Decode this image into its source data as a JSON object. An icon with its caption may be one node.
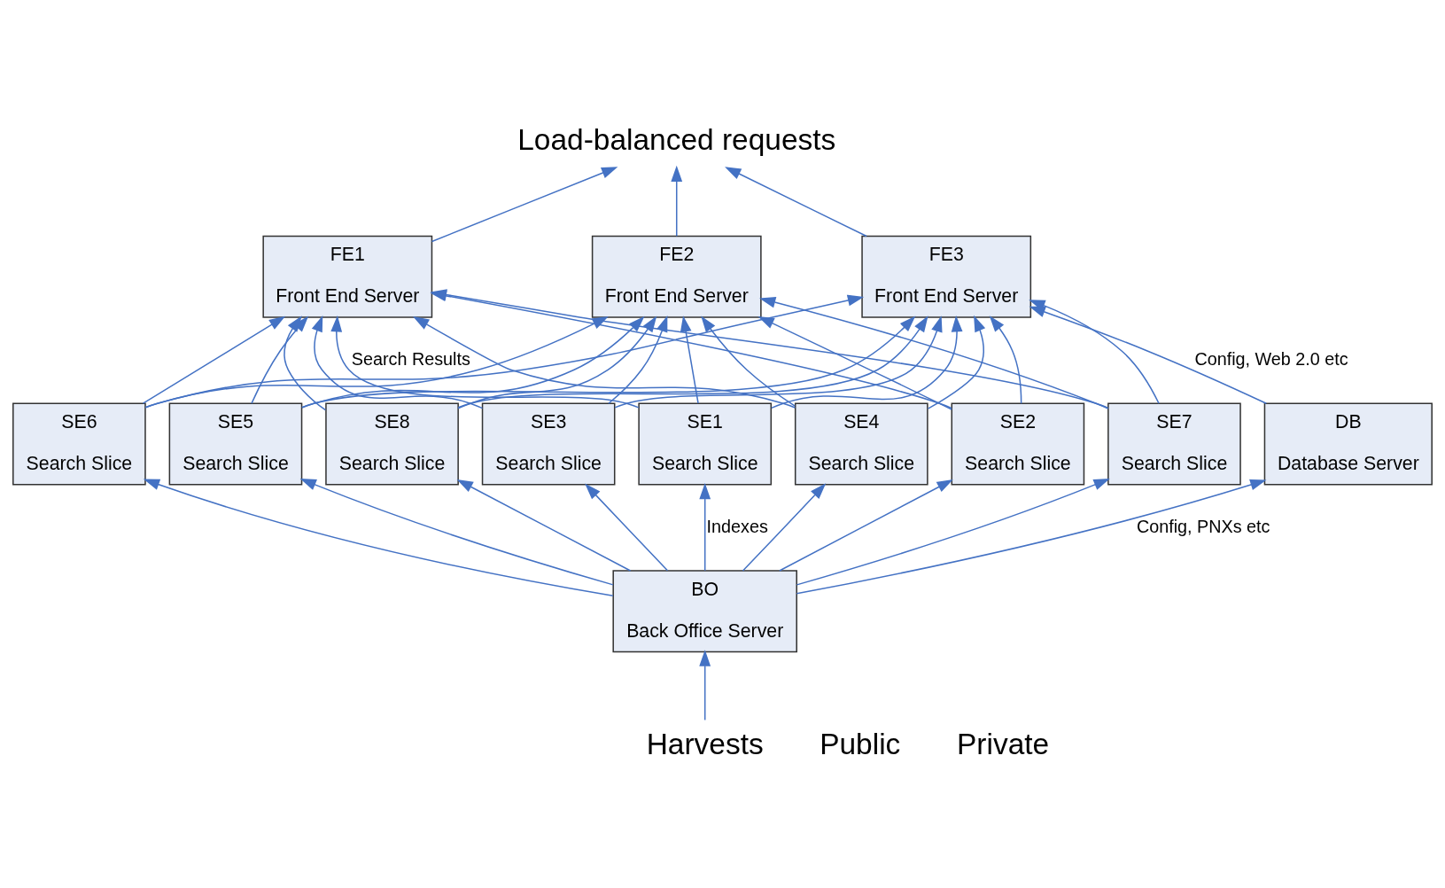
{
  "diagram": {
    "nodes": [
      {
        "text": [
          "Load-balanced requests"
        ]
      },
      {
        "text": [
          "FE1",
          "Front End Server"
        ]
      },
      {
        "text": [
          "FE2",
          "Front End Server"
        ]
      },
      {
        "text": [
          "FE3",
          "Front End Server"
        ]
      },
      {
        "text": [
          "SE1",
          "Search Slice"
        ]
      },
      {
        "text": [
          "SE2",
          "Search Slice"
        ]
      },
      {
        "text": [
          "SE3",
          "Search Slice"
        ]
      },
      {
        "text": [
          "SE4",
          "Search Slice"
        ]
      },
      {
        "text": [
          "SE5",
          "Search Slice"
        ]
      },
      {
        "text": [
          "SE6",
          "Search Slice"
        ]
      },
      {
        "text": [
          "SE7",
          "Search Slice"
        ]
      },
      {
        "text": [
          "SE8",
          "Search Slice"
        ]
      },
      {
        "text": [
          "DB",
          "Database Server"
        ]
      },
      {
        "text": [
          "BO",
          "Back Office Server"
        ]
      },
      {
        "text": [
          "Harvests"
        ]
      }
    ],
    "edges": [
      {
        "from": 1,
        "to": 0,
        "arrow": "to"
      },
      {
        "from": 2,
        "to": 0,
        "arrow": "to"
      },
      {
        "from": 3,
        "to": 0,
        "arrow": "to"
      },
      {
        "from": 4,
        "to": 1,
        "arrow": "to",
        "label": "Search Results"
      },
      {
        "from": 4,
        "to": 2,
        "arrow": "to"
      },
      {
        "from": 4,
        "to": 3,
        "arrow": "to"
      },
      {
        "from": 5,
        "to": 1,
        "arrow": "to"
      },
      {
        "from": 5,
        "to": 2,
        "arrow": "to"
      },
      {
        "from": 5,
        "to": 3,
        "arrow": "to"
      },
      {
        "from": 6,
        "to": 1,
        "arrow": "to"
      },
      {
        "from": 6,
        "to": 2,
        "arrow": "to"
      },
      {
        "from": 6,
        "to": 3,
        "arrow": "to"
      },
      {
        "from": 7,
        "to": 1,
        "arrow": "to"
      },
      {
        "from": 7,
        "to": 2,
        "arrow": "to"
      },
      {
        "from": 7,
        "to": 3,
        "arrow": "to"
      },
      {
        "from": 8,
        "to": 1,
        "arrow": "to"
      },
      {
        "from": 8,
        "to": 2,
        "arrow": "to"
      },
      {
        "from": 8,
        "to": 3,
        "arrow": "to"
      },
      {
        "from": 9,
        "to": 1,
        "arrow": "to"
      },
      {
        "from": 9,
        "to": 2,
        "arrow": "to"
      },
      {
        "from": 9,
        "to": 3,
        "arrow": "to"
      },
      {
        "from": 10,
        "to": 1,
        "arrow": "to"
      },
      {
        "from": 10,
        "to": 2,
        "arrow": "to"
      },
      {
        "from": 10,
        "to": 3,
        "arrow": "to"
      },
      {
        "from": 11,
        "to": 1,
        "arrow": "to"
      },
      {
        "from": 11,
        "to": 2,
        "arrow": "to"
      },
      {
        "from": 11,
        "to": 3,
        "arrow": "to"
      },
      {
        "from": 12,
        "to": 3,
        "arrow": "to",
        "label": "Config, Web 2.0 etc"
      },
      {
        "from": 13,
        "to": 4,
        "arrow": "to",
        "label": "Indexes"
      },
      {
        "from": 13,
        "to": 5,
        "arrow": "to"
      },
      {
        "from": 13,
        "to": 6,
        "arrow": "to"
      },
      {
        "from": 13,
        "to": 7,
        "arrow": "to"
      },
      {
        "from": 13,
        "to": 8,
        "arrow": "to"
      },
      {
        "from": 13,
        "to": 9,
        "arrow": "to"
      },
      {
        "from": 13,
        "to": 10,
        "arrow": "to"
      },
      {
        "from": 13,
        "to": 11,
        "arrow": "to"
      },
      {
        "from": 13,
        "to": 12,
        "arrow": "to",
        "label": "Config, PNXs etc"
      },
      {
        "from": 14,
        "to": 13,
        "arrow": "to"
      }
    ],
    "labels": [
      "Public",
      "Private"
    ]
  }
}
